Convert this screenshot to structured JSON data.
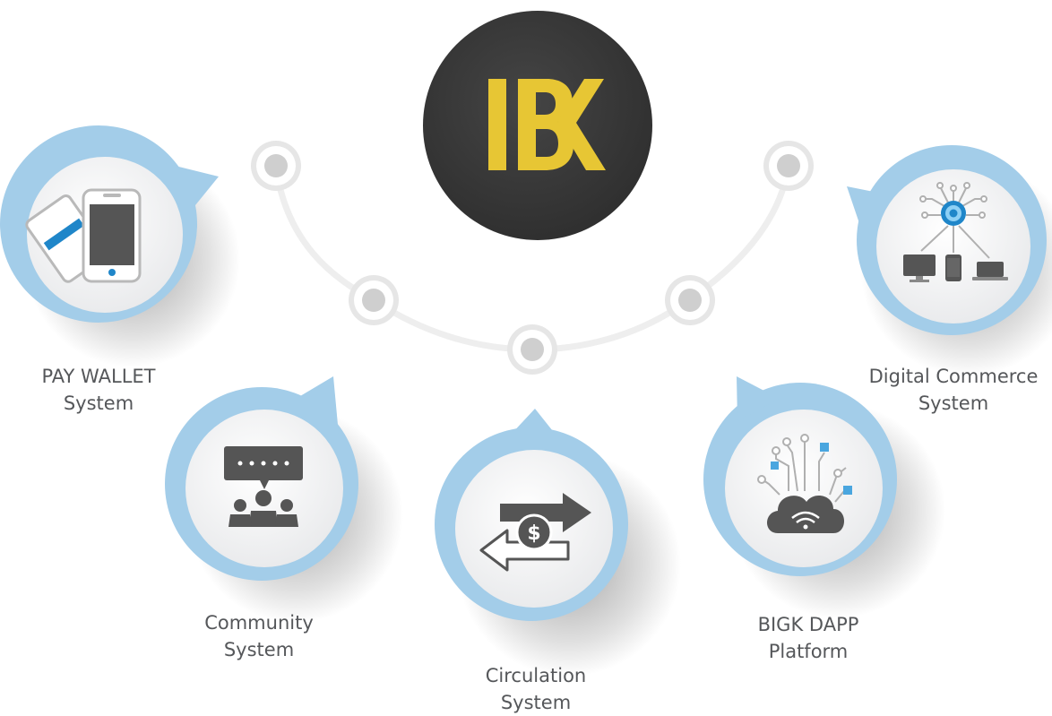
{
  "logo": {
    "text": "BK",
    "bg_color": "#3a3a3a",
    "fg_color": "#e7c634"
  },
  "colors": {
    "halo": "#a3cde9",
    "connector": "#eeeeee",
    "node_fill": "#e3e3e3",
    "dot": "#cfcfcf",
    "icon_dark": "#555555",
    "icon_accent": "#2b8ed3"
  },
  "modules": [
    {
      "id": "pay-wallet",
      "icon": "phone-card-icon",
      "line1": "PAY WALLET",
      "line2": "System"
    },
    {
      "id": "community",
      "icon": "community-chat-icon",
      "line1": "Community",
      "line2": "System"
    },
    {
      "id": "circulation",
      "icon": "dollar-exchange-icon",
      "line1": "Circulation",
      "line2": "System"
    },
    {
      "id": "dapp",
      "icon": "cloud-network-icon",
      "line1": "BIGK DAPP",
      "line2": "Platform"
    },
    {
      "id": "commerce",
      "icon": "device-network-icon",
      "line1": "Digital Commerce",
      "line2": "System"
    }
  ]
}
